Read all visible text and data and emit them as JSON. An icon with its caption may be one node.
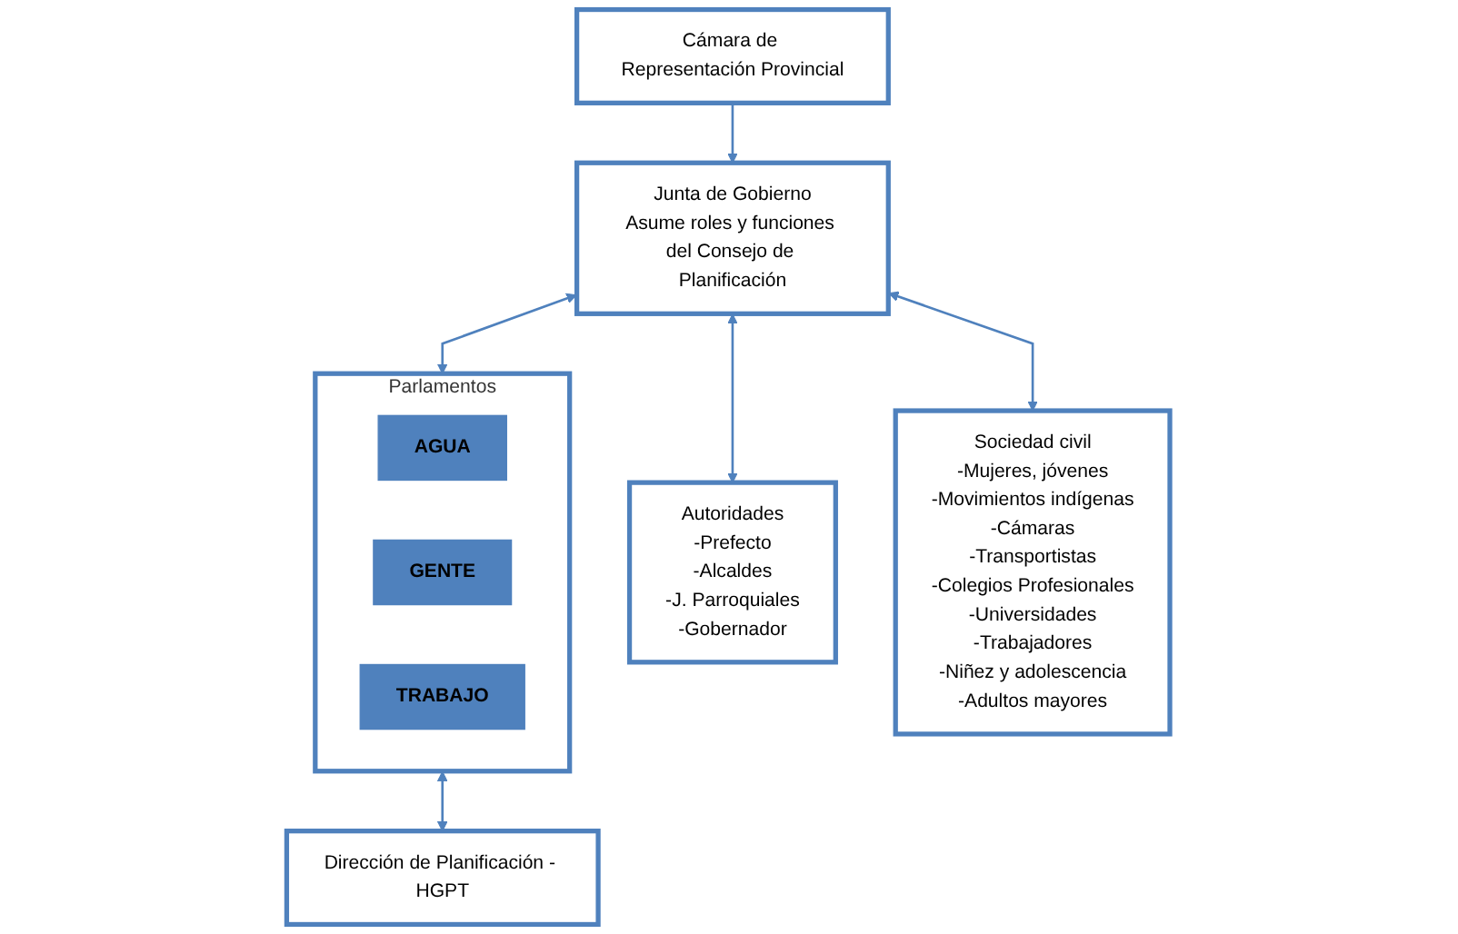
{
  "diagram": {
    "nodes": [
      {
        "text": [
          "Cámara de Representación Provincial"
        ]
      },
      {
        "text": [
          "Junta de Gobierno",
          "Asume roles y funciones del Consejo de Planificación"
        ]
      },
      {
        "text": [
          "Autoridades",
          "-Prefecto",
          "-Alcaldes",
          "-J. Parroquiales",
          "-Gobernador"
        ]
      },
      {
        "text": [
          "Parlamentos"
        ]
      },
      {
        "text": [
          "AGUA"
        ],
        "in": 3
      },
      {
        "text": [
          "GENTE"
        ],
        "in": 3
      },
      {
        "text": [
          "TRABAJO"
        ],
        "in": 3
      },
      {
        "text": [
          "Sociedad civil",
          "-Mujeres, jóvenes",
          "-Movimientos indígenas",
          "-Cámaras",
          "-Transportistas",
          "-Colegios Profesionales",
          "-Universidades",
          "-Trabajadores",
          "-Niñez y adolescencia",
          "-Adultos mayores"
        ]
      },
      {
        "text": [
          "Dirección de Planificación - HGPT"
        ]
      }
    ],
    "edges": [
      {
        "from": 0,
        "to": 1,
        "arrow": "to"
      },
      {
        "from": 1,
        "to": 2,
        "arrow": "both"
      },
      {
        "from": 1,
        "to": 3,
        "arrow": "both"
      },
      {
        "from": 1,
        "to": 7,
        "arrow": "both"
      },
      {
        "from": 3,
        "to": 8,
        "arrow": "both"
      }
    ]
  }
}
